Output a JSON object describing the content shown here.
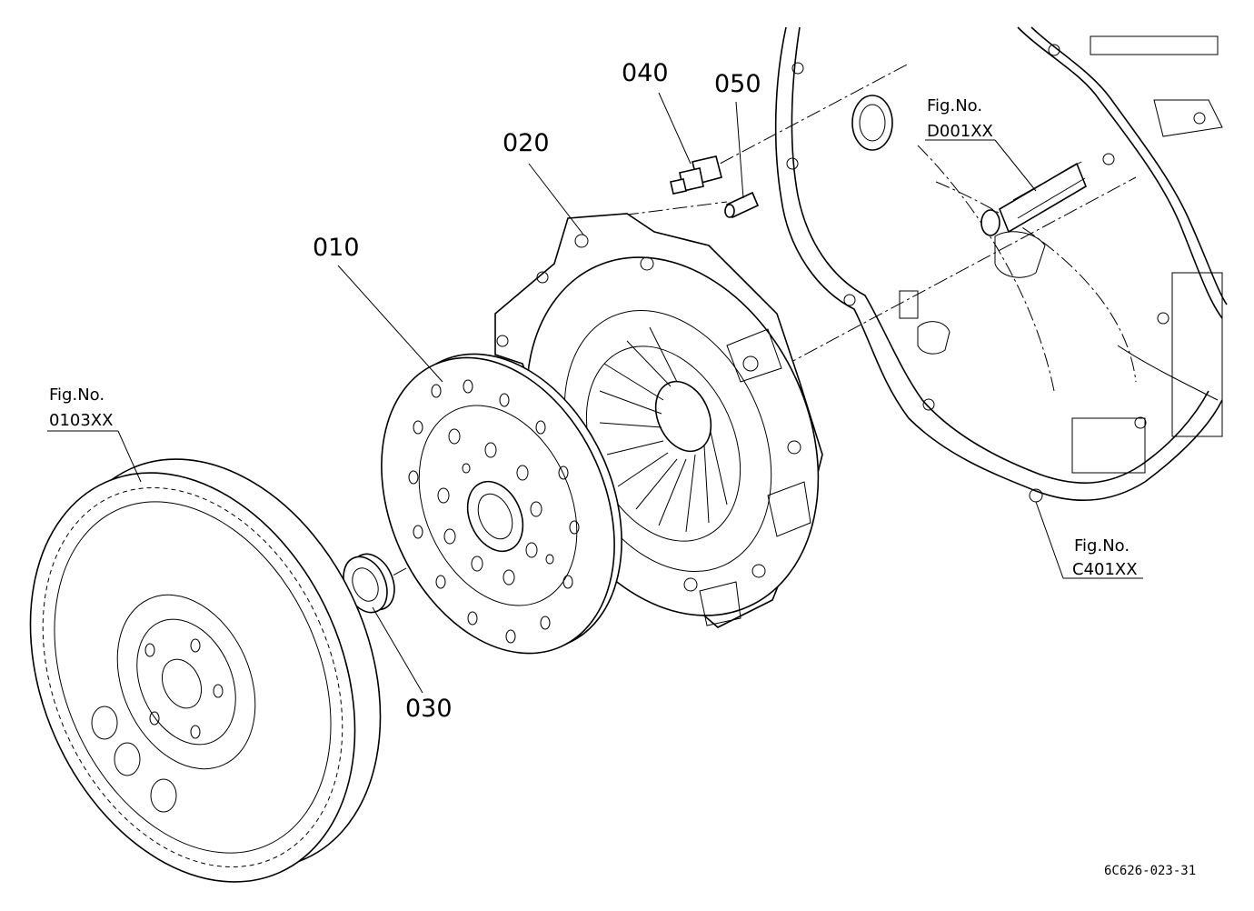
{
  "diagram": {
    "parts": [
      {
        "id": "010",
        "label": "010"
      },
      {
        "id": "020",
        "label": "020"
      },
      {
        "id": "030",
        "label": "030"
      },
      {
        "id": "040",
        "label": "040"
      },
      {
        "id": "050",
        "label": "050"
      }
    ],
    "references": [
      {
        "title": "Fig.No.",
        "code": "0103XX"
      },
      {
        "title": "Fig.No.",
        "code": "D001XX"
      },
      {
        "title": "Fig.No.",
        "code": "C401XX"
      }
    ],
    "drawing_code": "6C626-023-31"
  }
}
